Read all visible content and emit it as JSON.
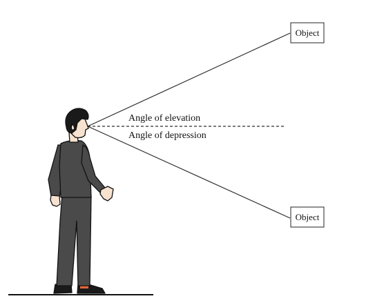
{
  "labels": {
    "elevation": "Angle of elevation",
    "depression": "Angle of depression"
  },
  "objects": {
    "upper": "Object",
    "lower": "Object"
  },
  "colors": {
    "line": "#2b2b2b",
    "figure_clothes": "#4a4a4a",
    "figure_outline": "#111111",
    "skin": "#f7e2cf",
    "hair": "#1a1a1a",
    "shoe_accent": "#e0663a"
  },
  "icons": {
    "observer": "person-standing-icon"
  }
}
